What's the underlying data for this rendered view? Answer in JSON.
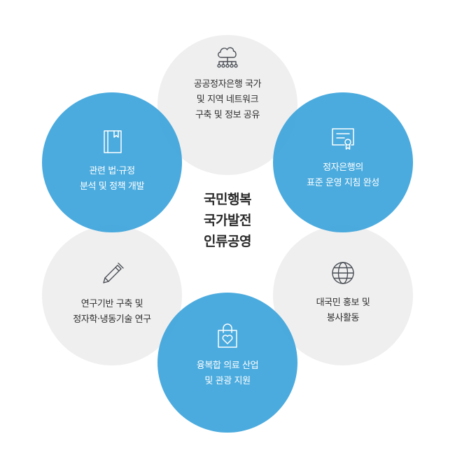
{
  "center": {
    "lines": [
      "국민행복",
      "국가발전",
      "인류공영"
    ]
  },
  "colors": {
    "blue": "#3da5dc",
    "gray": "#ebebec"
  },
  "nodes": [
    {
      "key": "top",
      "icon": "cloud-network-icon",
      "lines": [
        "공공정자은행 국가",
        "및 지역 네트워크",
        "구축 및 정보 공유"
      ]
    },
    {
      "key": "top-left",
      "icon": "book-icon",
      "lines": [
        "관련 법·규정",
        "분석 및 정책 개발"
      ]
    },
    {
      "key": "top-right",
      "icon": "certificate-icon",
      "lines": [
        "정자은행의",
        "표준 운영 지침 완성"
      ]
    },
    {
      "key": "bottom-left",
      "icon": "pencil-icon",
      "lines": [
        "연구기반 구축 및",
        "정자학·냉동기술 연구"
      ]
    },
    {
      "key": "bottom-right",
      "icon": "globe-icon",
      "lines": [
        "대국민 홍보 및",
        "봉사활동"
      ]
    },
    {
      "key": "bottom",
      "icon": "shopping-bag-heart-icon",
      "lines": [
        "융복합 의료 산업",
        "및 관광 지원"
      ]
    }
  ]
}
